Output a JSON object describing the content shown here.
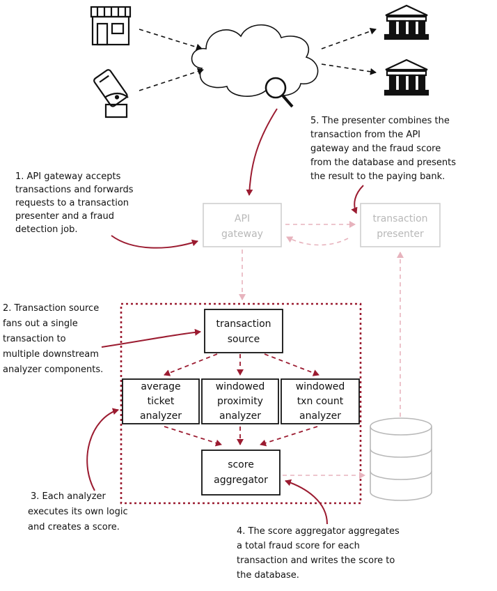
{
  "title": "",
  "components": {
    "api_gateway": [
      "API",
      "gateway"
    ],
    "transaction_presenter": [
      "transaction",
      "presenter"
    ],
    "transaction_source": [
      "transaction",
      "source"
    ],
    "average_ticket_analyzer": [
      "average",
      "ticket",
      "analyzer"
    ],
    "windowed_proximity_analyzer": [
      "windowed",
      "proximity",
      "analyzer"
    ],
    "windowed_txn_count_analyzer": [
      "windowed",
      "txn count",
      "analyzer"
    ],
    "score_aggregator": [
      "score",
      "aggregator"
    ]
  },
  "annotations": {
    "note1": [
      "1. API gateway accepts",
      "transactions and forwards",
      "requests to a transaction",
      "presenter and a fraud",
      "detection job."
    ],
    "note2": [
      "2. Transaction source",
      "fans out a single",
      "transaction to",
      "multiple downstream",
      "analyzer components."
    ],
    "note3": [
      "3. Each analyzer",
      "executes its own logic",
      "and creates a score."
    ],
    "note4": [
      "4. The score aggregator aggregates",
      "a total fraud score for each",
      "transaction and writes the score to",
      "the database."
    ],
    "note5": [
      "5. The presenter combines the",
      "transaction from the API",
      "gateway and the fraud score",
      "from the database and presents",
      "the result to the paying bank."
    ]
  },
  "icons": [
    "store-icon",
    "mobile-payment-icon",
    "cloud-icon",
    "magnifier-icon",
    "bank-icon",
    "bank-icon",
    "database-icon"
  ],
  "colors": {
    "accent": "#9b1b30",
    "accent_light": "#e7b3bd",
    "faded": "#cfcfcf",
    "ink": "#111111"
  }
}
